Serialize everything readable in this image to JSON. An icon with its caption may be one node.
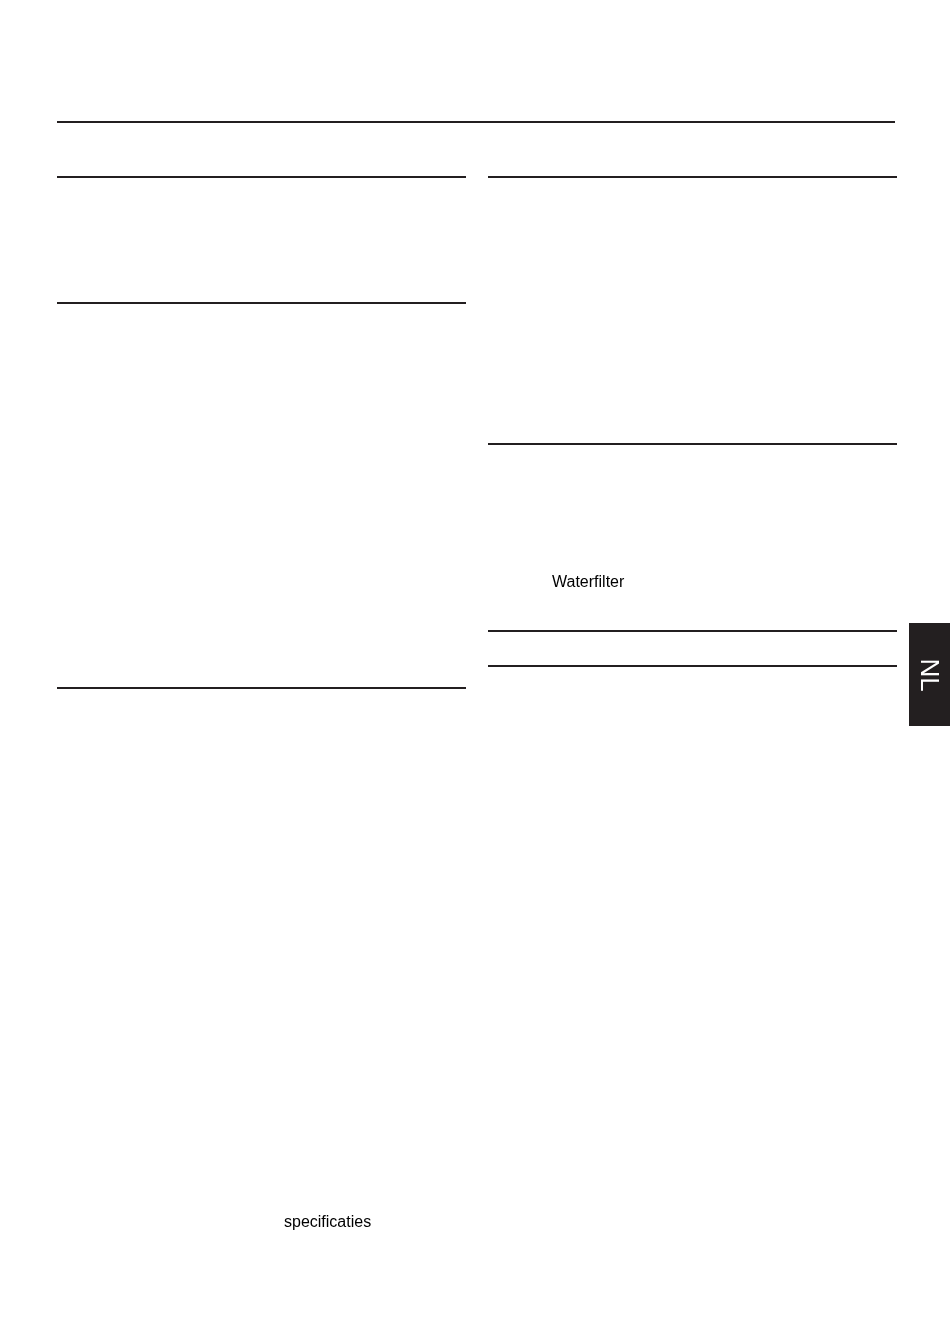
{
  "diagram": {
    "nodes": [
      {
        "text": [
          "NL"
        ]
      }
    ],
    "labels": [
      "Waterfilter",
      "specificaties"
    ]
  }
}
